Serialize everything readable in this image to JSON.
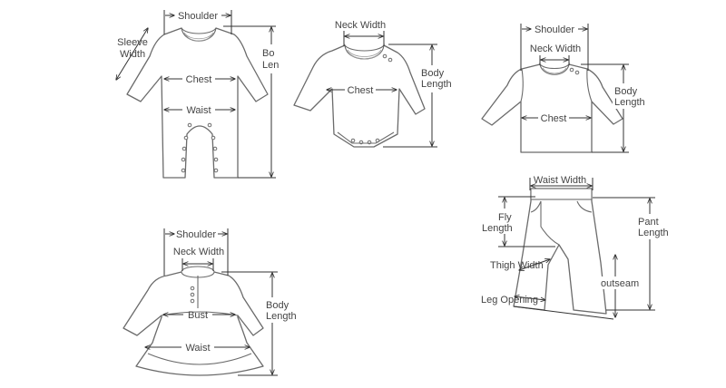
{
  "diagrams": {
    "romper": {
      "shoulder": "Shoulder",
      "sleeve_width_1": "Sleeve",
      "sleeve_width_2": "Width",
      "body_length_1": "Bo",
      "body_length_2": "Len",
      "chest": "Chest",
      "waist": "Waist"
    },
    "bodysuit": {
      "neck_width": "Neck Width",
      "chest": "Chest",
      "body_length_1": "Body",
      "body_length_2": "Length"
    },
    "tshirt": {
      "shoulder": "Shoulder",
      "neck_width": "Neck Width",
      "chest": "Chest",
      "body_length_1": "Body",
      "body_length_2": "Length"
    },
    "dress": {
      "shoulder": "Shoulder",
      "neck_width": "Neck Width",
      "bust": "Bust",
      "waist": "Waist",
      "body_length_1": "Body",
      "body_length_2": "Length"
    },
    "pants": {
      "waist_width": "Waist Width",
      "fly_length_1": "Fly",
      "fly_length_2": "Length",
      "thigh_width": "Thigh Width",
      "leg_opening": "Leg Opening",
      "outseam": "outseam",
      "pant_length_1": "Pant",
      "pant_length_2": "Length"
    }
  }
}
